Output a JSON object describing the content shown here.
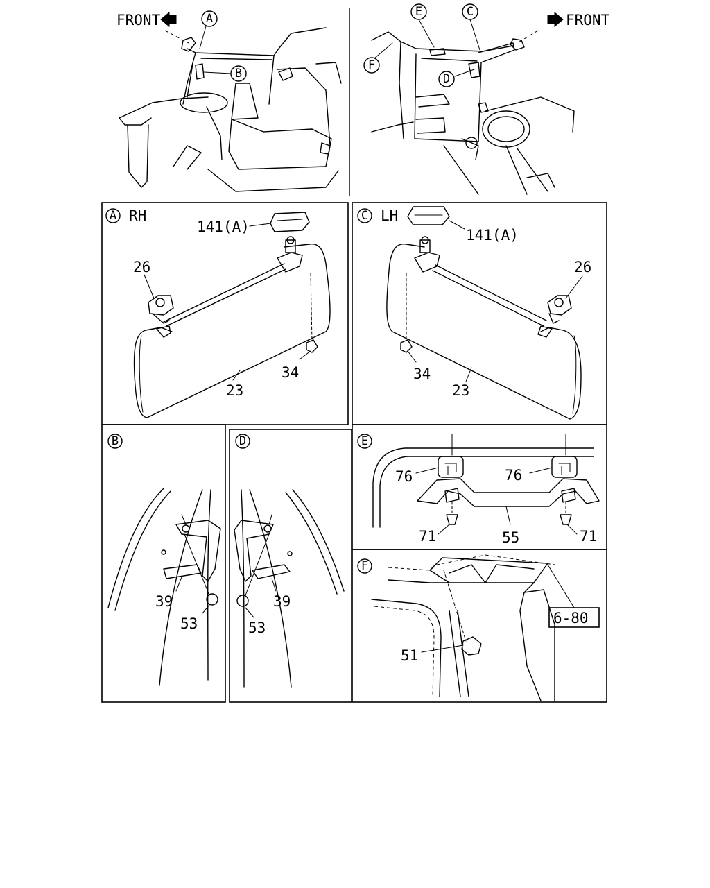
{
  "callouts": {
    "A": "A",
    "B": "B",
    "C": "C",
    "D": "D",
    "E": "E",
    "F": "F"
  },
  "overview": {
    "front_left": "FRONT",
    "front_right": "FRONT"
  },
  "panel_a": {
    "letter": "A",
    "side": "RH",
    "cap": "141(A)",
    "clip": "26",
    "screw": "34",
    "visor": "23"
  },
  "panel_c": {
    "letter": "C",
    "side": "LH",
    "cap": "141(A)",
    "clip": "26",
    "screw": "34",
    "visor": "23"
  },
  "panel_b": {
    "letter": "B",
    "bracket": "39",
    "bolt": "53"
  },
  "panel_d": {
    "letter": "D",
    "bracket": "39",
    "bolt": "53"
  },
  "panel_e": {
    "letter": "E",
    "cover_left": "76",
    "cover_right": "76",
    "screw_left": "71",
    "screw_right": "71",
    "grip": "55"
  },
  "panel_f": {
    "letter": "F",
    "clip": "51",
    "ref": "6-80"
  }
}
